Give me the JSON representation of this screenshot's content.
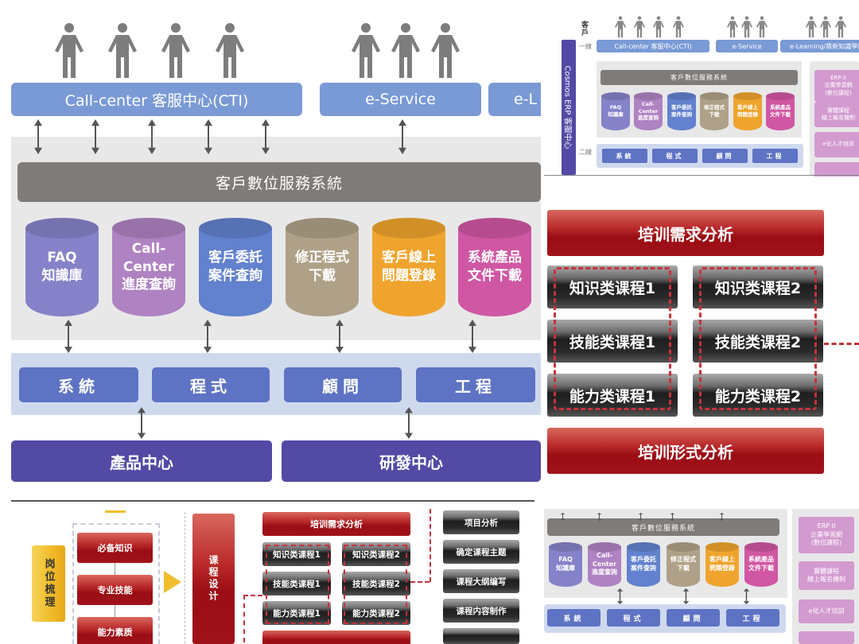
{
  "service_diagram": {
    "channels": {
      "call_center": "Call-center 客服中心(CTI)",
      "e_service": "e-Service",
      "e_learning_partial": "e-L",
      "e_learning": "e-Learning/鼎新知識學院"
    },
    "customer_label": "客戶",
    "line1_label": "一線",
    "line2_label": "二線",
    "side_label": "Cosmos ERP 客服中心",
    "platform": "客戶數位服務系統",
    "databases": [
      {
        "line1": "FAQ",
        "line2": "知識庫",
        "color": "#8a86cf"
      },
      {
        "line1": "Call-Center",
        "line2": "進度查詢",
        "color": "#b486c8"
      },
      {
        "line1": "客戶委託",
        "line2": "案件查詢",
        "color": "#6585d4"
      },
      {
        "line1": "修正程式",
        "line2": "下載",
        "color": "#b4a68c"
      },
      {
        "line1": "客戶線上",
        "line2": "問題登錄",
        "color": "#f6a92e"
      },
      {
        "line1": "系統產品",
        "line2": "文件下載",
        "color": "#d65aa8"
      }
    ],
    "support_teams": [
      "系統",
      "程式",
      "顧問",
      "工程"
    ],
    "centers": [
      "產品中心",
      "研發中心"
    ],
    "learning_items": [
      "ERP II\n企業學習網\n(數位課程)",
      "實體課程\n線上報名機制",
      "e化人才培訓"
    ],
    "colors": {
      "channel_blue": "#7a9ad6",
      "platform_grey": "#7f7b78",
      "team_blue": "#5e73c4",
      "center_purple": "#524aa4",
      "learning_pink": "#d39ad0",
      "side_bar": "#524aa4"
    }
  },
  "training_diagram": {
    "top_bar": "培训需求分析",
    "bottom_bar": "培训形式分析",
    "courses": [
      [
        "知识类课程1",
        "知识类课程2"
      ],
      [
        "技能类课程1",
        "技能类课程2"
      ],
      [
        "能力类课程1",
        "能力类课程2"
      ]
    ],
    "colors": {
      "red": "#9a0d14",
      "dash": "#c7323b"
    }
  },
  "training_flow": {
    "position_label": "岗位梳理",
    "requirements": [
      "必备知识",
      "专业技能",
      "能力素质"
    ],
    "course_design": "课程设计",
    "analysis_bar": "培训需求分析",
    "steps": [
      "项目分析",
      "确定课程主题",
      "课程大纲编写",
      "课程内容制作"
    ],
    "colors": {
      "gold": "#f0bf2e"
    }
  }
}
